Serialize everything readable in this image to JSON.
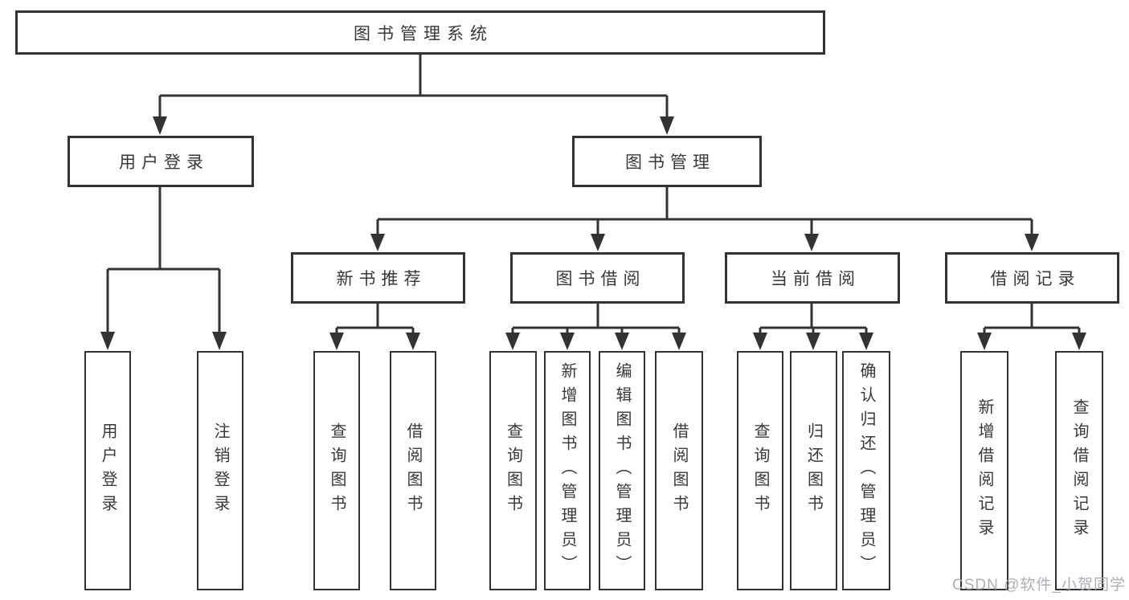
{
  "tree": {
    "label": "图书管理系统",
    "children": [
      {
        "label": "用户登录",
        "children": [
          {
            "label": "用户登录"
          },
          {
            "label": "注销登录"
          }
        ]
      },
      {
        "label": "图书管理",
        "children": [
          {
            "label": "新书推荐",
            "children": [
              {
                "label": "查询图书"
              },
              {
                "label": "借阅图书"
              }
            ]
          },
          {
            "label": "图书借阅",
            "children": [
              {
                "label": "查询图书"
              },
              {
                "label": "新增图书（管理员）"
              },
              {
                "label": "编辑图书（管理员）"
              },
              {
                "label": "借阅图书"
              }
            ]
          },
          {
            "label": "当前借阅",
            "children": [
              {
                "label": "查询图书"
              },
              {
                "label": "归还图书"
              },
              {
                "label": "确认归还（管理员）"
              }
            ]
          },
          {
            "label": "借阅记录",
            "children": [
              {
                "label": "新增借阅记录"
              },
              {
                "label": "查询借阅记录"
              }
            ]
          }
        ]
      }
    ]
  },
  "watermark": {
    "text": "CSDN @软件_小贺同学"
  },
  "colors": {
    "line": "#333333",
    "box_border": "#333333",
    "text": "#383838",
    "watermark": "#a3a7ae",
    "background": "#ffffff"
  }
}
